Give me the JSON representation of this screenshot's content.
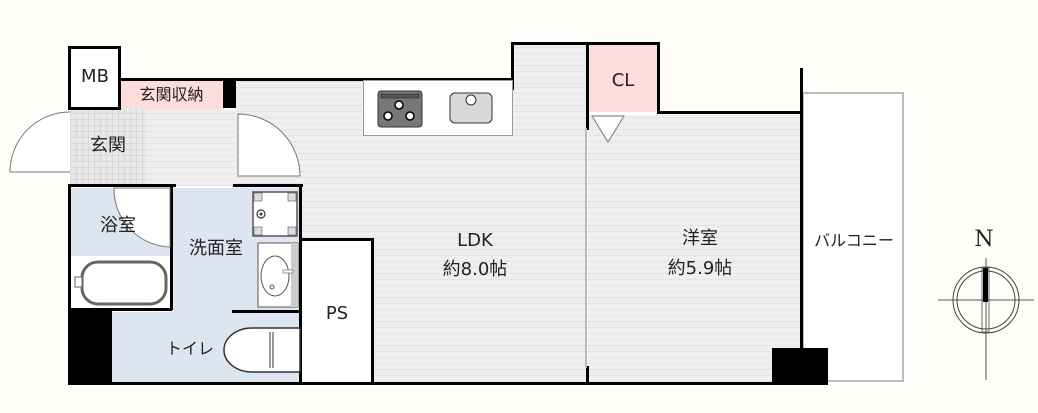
{
  "floorplan": {
    "rooms": [
      {
        "id": "mb",
        "label": "MB"
      },
      {
        "id": "entrance-storage",
        "label": "玄関収納"
      },
      {
        "id": "entrance",
        "label": "玄関"
      },
      {
        "id": "bathroom",
        "label": "浴室"
      },
      {
        "id": "washroom",
        "label": "洗面室"
      },
      {
        "id": "toilet",
        "label": "トイレ"
      },
      {
        "id": "ps",
        "label": "PS"
      },
      {
        "id": "ldk",
        "label": "LDK",
        "size": "約8.0帖"
      },
      {
        "id": "closet",
        "label": "CL"
      },
      {
        "id": "western-room",
        "label": "洋室",
        "size": "約5.9帖"
      },
      {
        "id": "balcony",
        "label": "バルコニー"
      }
    ],
    "compass": {
      "label": "N"
    },
    "colors": {
      "wall": "#000000",
      "floor": "#efefef",
      "wet_area": "#dce5f0",
      "storage": "#fddcdc"
    }
  }
}
